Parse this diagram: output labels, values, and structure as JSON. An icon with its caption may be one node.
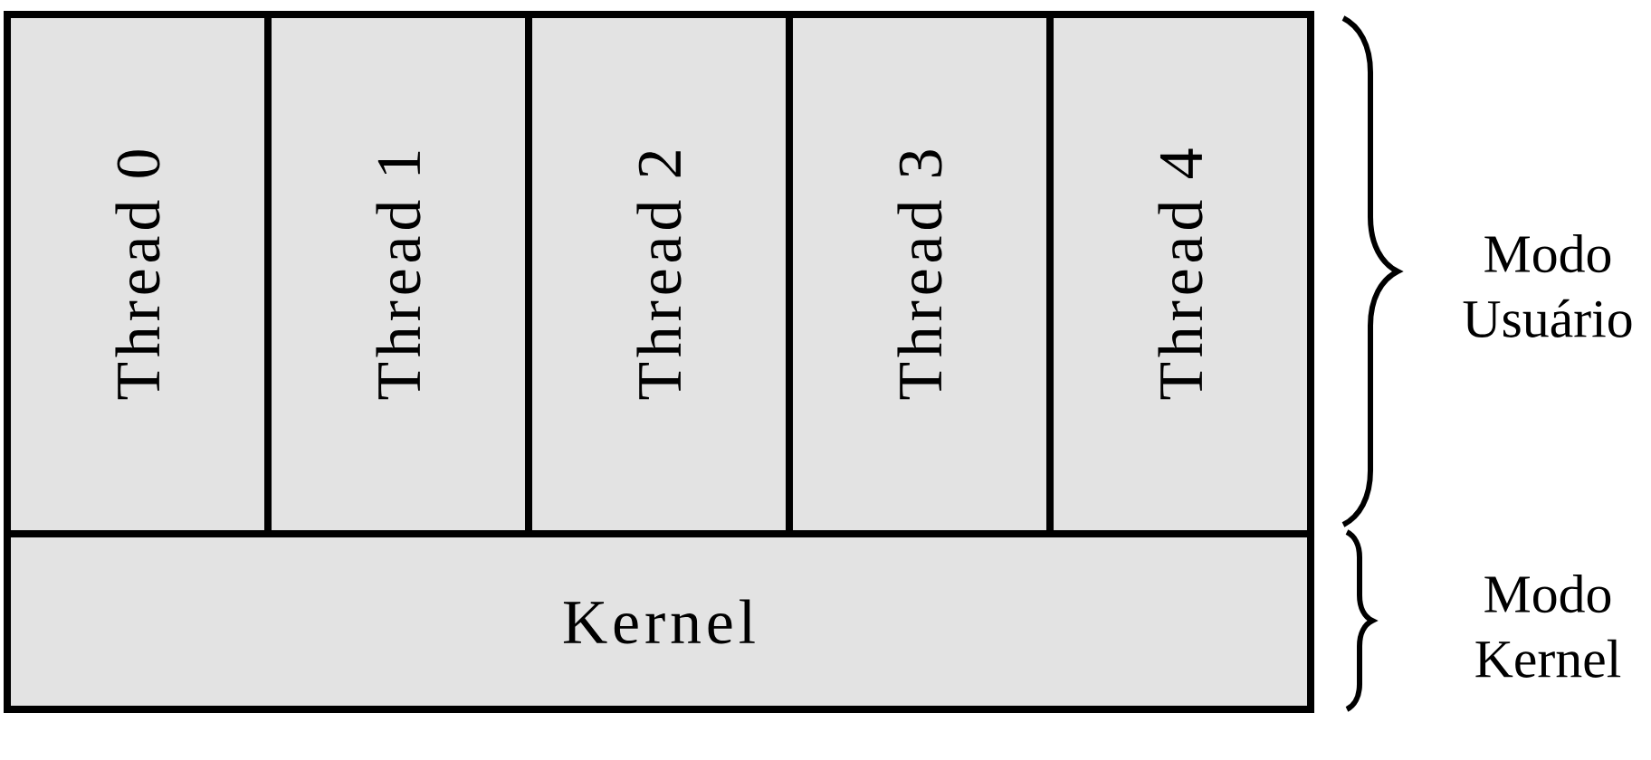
{
  "diagram": {
    "nodes": [
      {
        "text": [
          "Thread 0"
        ]
      },
      {
        "text": [
          "Thread 1"
        ]
      },
      {
        "text": [
          "Thread 2"
        ]
      },
      {
        "text": [
          "Thread 3"
        ]
      },
      {
        "text": [
          "Thread 4"
        ]
      },
      {
        "text": [
          "Kernel"
        ]
      }
    ],
    "labels": [
      "Modo Usuário",
      "Modo Kernel"
    ]
  }
}
